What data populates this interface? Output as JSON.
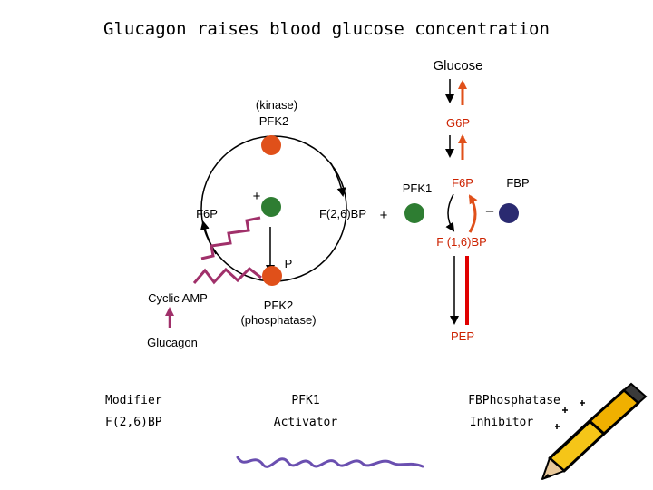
{
  "title": "Glucagon raises blood glucose concentration",
  "labels": {
    "glucose": "Glucose",
    "g6p": "G6P",
    "kinase": "(kinase)",
    "pfk2_top": "PFK2",
    "pfk1": "PFK1",
    "f6p_right": "F6P",
    "fbp": "FBP",
    "f6p_left": "F6P",
    "f26bp": "F(2,6)BP",
    "f16bp": "F (1,6)BP",
    "p": "P",
    "cyclic_amp": "Cyclic AMP",
    "pfk2_bottom": "PFK2",
    "phosphatase": "(phosphatase)",
    "glucagon": "Glucagon",
    "pep": "PEP",
    "plus_left": "+",
    "plus_right": "+",
    "minus": "–"
  },
  "table": {
    "row1": [
      "Modifier",
      "PFK1",
      "FBPhosphatase"
    ],
    "row2": [
      "F(2,6)BP",
      "Activator",
      "Inhibitor"
    ]
  },
  "colors": {
    "orange": "#e0501a",
    "green": "#2e7d32",
    "indigo": "#2a2a70",
    "red": "#e00000",
    "purple": "#a0306a",
    "signature": "#6a4fb0"
  }
}
